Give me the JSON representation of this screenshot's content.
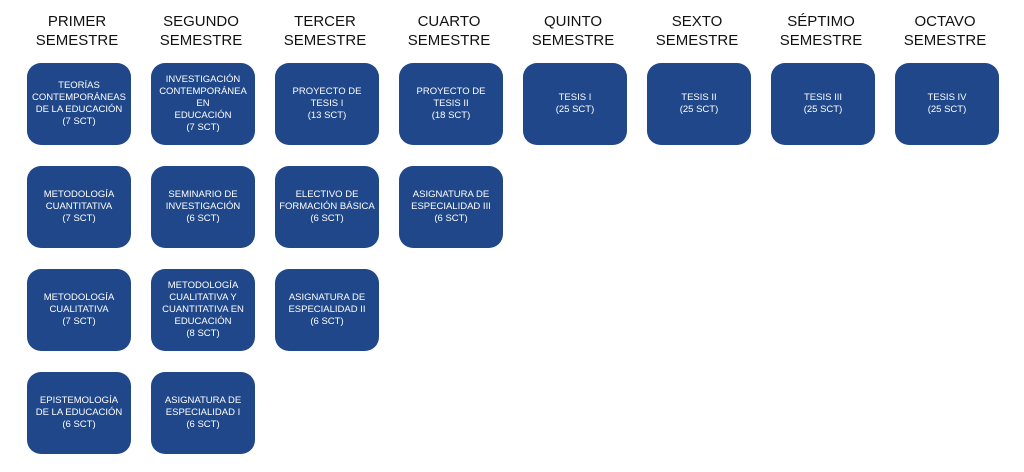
{
  "semesters": [
    {
      "title": "PRIMER\nSEMESTRE",
      "courses": [
        {
          "name": "TEORÍAS\nCONTEMPORÁNEAS\nDE LA EDUCACIÓN",
          "credits": "(7 SCT)"
        },
        {
          "name": "METODOLOGÍA\nCUANTITATIVA",
          "credits": "(7 SCT)"
        },
        {
          "name": "METODOLOGÍA\nCUALITATIVA",
          "credits": "(7 SCT)"
        },
        {
          "name": "EPISTEMOLOGÍA\nDE LA EDUCACIÓN",
          "credits": "(6 SCT)"
        }
      ]
    },
    {
      "title": "SEGUNDO\nSEMESTRE",
      "courses": [
        {
          "name": "INVESTIGACIÓN\nCONTEMPORÁNEA EN\nEDUCACIÓN",
          "credits": "(7 SCT)"
        },
        {
          "name": "SEMINARIO DE\nINVESTIGACIÓN",
          "credits": "(6 SCT)"
        },
        {
          "name": "METODOLOGÍA\nCUALITATIVA Y\nCUANTITATIVA EN\nEDUCACIÓN",
          "credits": "(8 SCT)"
        },
        {
          "name": "ASIGNATURA DE\nESPECIALIDAD I",
          "credits": "(6 SCT)"
        }
      ]
    },
    {
      "title": "TERCER\nSEMESTRE",
      "courses": [
        {
          "name": "PROYECTO DE TESIS I",
          "credits": "(13 SCT)"
        },
        {
          "name": "ELECTIVO DE\nFORMACIÓN BÁSICA",
          "credits": "(6 SCT)"
        },
        {
          "name": "ASIGNATURA DE\nESPECIALIDAD II",
          "credits": "(6 SCT)"
        }
      ]
    },
    {
      "title": "CUARTO\nSEMESTRE",
      "courses": [
        {
          "name": "PROYECTO DE TESIS II",
          "credits": "(18 SCT)"
        },
        {
          "name": "ASIGNATURA DE\nESPECIALIDAD III",
          "credits": "(6 SCT)"
        }
      ]
    },
    {
      "title": "QUINTO\nSEMESTRE",
      "courses": [
        {
          "name": "TESIS I",
          "credits": "(25 SCT)"
        }
      ]
    },
    {
      "title": "SEXTO\nSEMESTRE",
      "courses": [
        {
          "name": "TESIS II",
          "credits": "(25 SCT)"
        }
      ]
    },
    {
      "title": "SÉPTIMO\nSEMESTRE",
      "courses": [
        {
          "name": "TESIS III",
          "credits": "(25 SCT)"
        }
      ]
    },
    {
      "title": "OCTAVO\nSEMESTRE",
      "courses": [
        {
          "name": "TESIS IV",
          "credits": "(25 SCT)"
        }
      ]
    }
  ]
}
